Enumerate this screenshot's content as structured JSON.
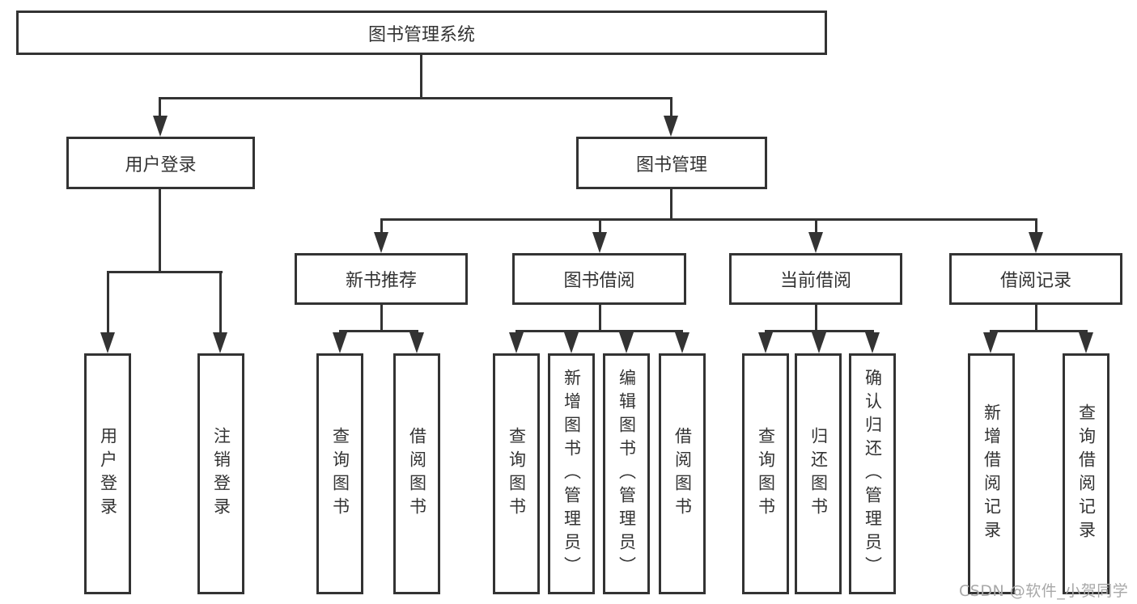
{
  "tree": {
    "root": {
      "label": "图书管理系统",
      "children": [
        {
          "label": "用户登录",
          "children": [
            {
              "label": "用户登录"
            },
            {
              "label": "注销登录"
            }
          ]
        },
        {
          "label": "图书管理",
          "children": [
            {
              "label": "新书推荐",
              "children": [
                {
                  "label": "查询图书"
                },
                {
                  "label": "借阅图书"
                }
              ]
            },
            {
              "label": "图书借阅",
              "children": [
                {
                  "label": "查询图书"
                },
                {
                  "label": "新增图书（管理员）"
                },
                {
                  "label": "编辑图书（管理员）"
                },
                {
                  "label": "借阅图书"
                }
              ]
            },
            {
              "label": "当前借阅",
              "children": [
                {
                  "label": "查询图书"
                },
                {
                  "label": "归还图书"
                },
                {
                  "label": "确认归还（管理员）"
                }
              ]
            },
            {
              "label": "借阅记录",
              "children": [
                {
                  "label": "新增借阅记录"
                },
                {
                  "label": "查询借阅记录"
                }
              ]
            }
          ]
        }
      ]
    }
  },
  "watermark": {
    "text": "CSDN @软件_小贺同学"
  },
  "colors": {
    "line": "#333333",
    "text": "#333333",
    "background": "#ffffff",
    "watermark": "#a8a8a8"
  }
}
